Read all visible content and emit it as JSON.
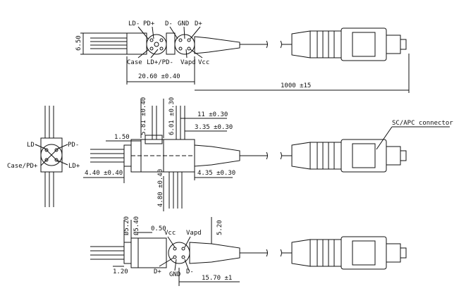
{
  "labels": {
    "top_ld_minus": "LD-",
    "top_pd_plus": "PD+",
    "top_d_minus": "D-",
    "top_gnd": "GND",
    "top_d_plus": "D+",
    "top_case": "Case",
    "top_ld_plus_pd_minus": "LD+/PD-",
    "top_vapd": "Vapd",
    "top_vcc": "Vcc",
    "left_ld_minus": "LD-",
    "left_pd_minus": "PD-",
    "left_case_pd_plus": "Case/PD+",
    "left_ld_plus": "LD+",
    "connector": "SC/APC connector",
    "bot_vcc": "Vcc",
    "bot_vapd": "Vapd",
    "bot_d_plus": "D+",
    "bot_gnd": "GND",
    "bot_d_minus": "D-"
  },
  "dimensions": {
    "d_6_50": "6.50",
    "d_20_60": "20.60 ±0.40",
    "d_1000": "1000 ±15",
    "d_5_81": "5.81 ±0.40",
    "d_6_01": "6.01 ±0.30",
    "d_11": "11 ±0.30",
    "d_3_35": "3.35 ±0.30",
    "d_1_50": "1.50",
    "d_4_40": "4.40 ±0.40",
    "d_4_80": "4.80 ±0.40",
    "d_4_35": "4.35 ±0.30",
    "d_phi_5_20_a": "Ø5.20",
    "d_phi_5_40": "Ø5.40",
    "d_0_50": "0.50",
    "d_5_20_b": "5.20",
    "d_1_20": "1.20",
    "d_15_70": "15.70 ±1"
  }
}
